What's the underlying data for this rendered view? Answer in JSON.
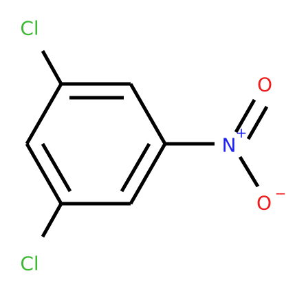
{
  "molecule": {
    "atoms": {
      "cl_top": "Cl",
      "cl_bottom": "Cl",
      "nitrogen": "N",
      "nitrogen_charge": "+",
      "oxygen_top": "O",
      "oxygen_bottom": "O",
      "oxygen_bottom_charge": "−"
    },
    "colors": {
      "bond": "#000000",
      "chlorine": "#3cb833",
      "nitrogen": "#1e22f5",
      "oxygen": "#ee1c1c",
      "background": "#ffffff"
    }
  }
}
